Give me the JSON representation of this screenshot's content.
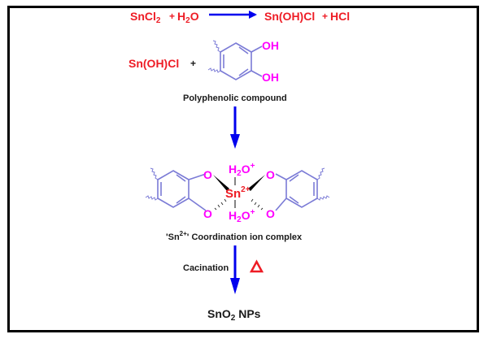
{
  "reaction1": {
    "reactant1": "SnCl",
    "reactant1_sub": "2",
    "plus1": "+",
    "reactant2_a": "H",
    "reactant2_sub": "2",
    "reactant2_b": "O",
    "product1": "Sn(OH)Cl",
    "plus2": "+",
    "product2": "HCl"
  },
  "reaction2": {
    "reactant": "Sn(OH)Cl",
    "plus": "+",
    "oh_top": "OH",
    "oh_bottom": "OH",
    "caption": "Polyphenolic compound"
  },
  "complex": {
    "o_labels": [
      "O",
      "O",
      "O",
      "O"
    ],
    "h2o_top_a": "H",
    "h2o_top_sub": "2",
    "h2o_top_b": "O",
    "h2o_top_sup": "+",
    "h2o_bottom_a": "H",
    "h2o_bottom_sub": "2",
    "h2o_bottom_b": "O",
    "h2o_bottom_sup": "+",
    "center": "Sn",
    "center_sup": "2+",
    "caption_pre": "'Sn",
    "caption_sup": "2+",
    "caption_post": "' Coordination ion complex"
  },
  "step3": {
    "condition": "Cacination",
    "heat_symbol": "Δ"
  },
  "final": {
    "product_a": "SnO",
    "product_sub": "2",
    "product_b": " NPs"
  },
  "colors": {
    "reagent_red": "#ee1c25",
    "heteroatom_magenta": "#ff00ff",
    "arrow_blue": "#0000ee",
    "ring_lavender": "#7b7bd6",
    "frame_black": "#000000"
  }
}
